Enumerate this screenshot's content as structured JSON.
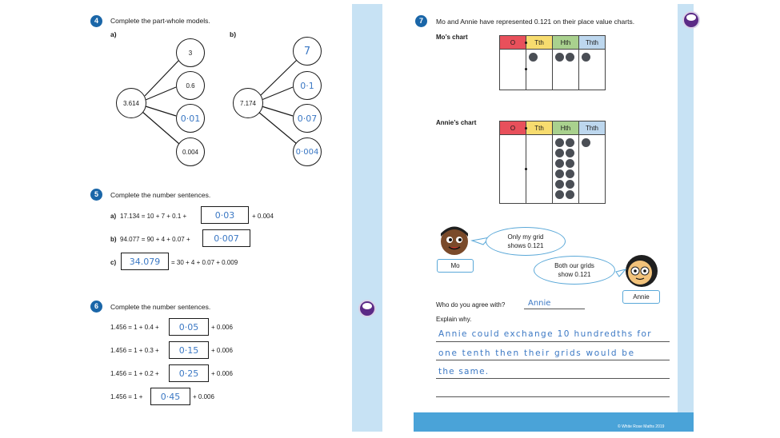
{
  "q4": {
    "number": "4",
    "prompt": "Complete the part-whole models.",
    "a": {
      "label": "a)",
      "whole": "3.614",
      "parts": [
        "3",
        "0.6",
        "0·01",
        "0.004"
      ]
    },
    "b": {
      "label": "b)",
      "whole": "7.174",
      "parts": [
        "7",
        "0·1",
        "0·07",
        "0·004"
      ]
    }
  },
  "q5": {
    "number": "5",
    "prompt": "Complete the number sentences.",
    "a": {
      "label": "a)",
      "left": "17.134 = 10 + 7 + 0.1 +",
      "answer": "0·03",
      "right": "+ 0.004"
    },
    "b": {
      "label": "b)",
      "left": "94.077 = 90 + 4 + 0.07 +",
      "answer": "0·007",
      "right": ""
    },
    "c": {
      "label": "c)",
      "answer": "34.079",
      "right": "= 30 + 4 + 0.07 + 0.009"
    }
  },
  "q6": {
    "number": "6",
    "prompt": "Complete the number sentences.",
    "rows": [
      {
        "left": "1.456 = 1 + 0.4 +",
        "answer": "0·05",
        "right": "+ 0.006"
      },
      {
        "left": "1.456 = 1 + 0.3 +",
        "answer": "0·15",
        "right": "+ 0.006"
      },
      {
        "left": "1.456 = 1 + 0.2 +",
        "answer": "0·25",
        "right": "+ 0.006"
      },
      {
        "left": "1.456 = 1 +",
        "answer": "0·45",
        "right": "+ 0.006"
      }
    ]
  },
  "q7": {
    "number": "7",
    "prompt": "Mo and Annie have represented 0.121 on their place value charts.",
    "mo_chart": {
      "title": "Mo’s chart",
      "headers": [
        "O",
        "Tth",
        "Hth",
        "Thth"
      ],
      "counters": [
        0,
        1,
        2,
        1
      ]
    },
    "annie_chart": {
      "title": "Annie’s chart",
      "headers": [
        "O",
        "Tth",
        "Hth",
        "Thth"
      ],
      "counters": [
        0,
        0,
        12,
        1
      ]
    },
    "header_colors": [
      "#e8505b",
      "#f7dc6f",
      "#a9d18e",
      "#bdd7ee"
    ],
    "mo": {
      "name": "Mo",
      "speech": [
        "Only my grid",
        "shows 0.121"
      ]
    },
    "annie": {
      "name": "Annie",
      "speech": [
        "Both our grids",
        "show 0.121"
      ]
    },
    "agree_prompt": "Who do you agree with?",
    "agree_answer": "Annie",
    "explain_prompt": "Explain why.",
    "explain_lines": [
      "Annie could exchange 10 hundredths for",
      "one tenth then their grids would be",
      "the same."
    ]
  },
  "footer": {
    "copyright": "© White Rose Maths 2019"
  }
}
